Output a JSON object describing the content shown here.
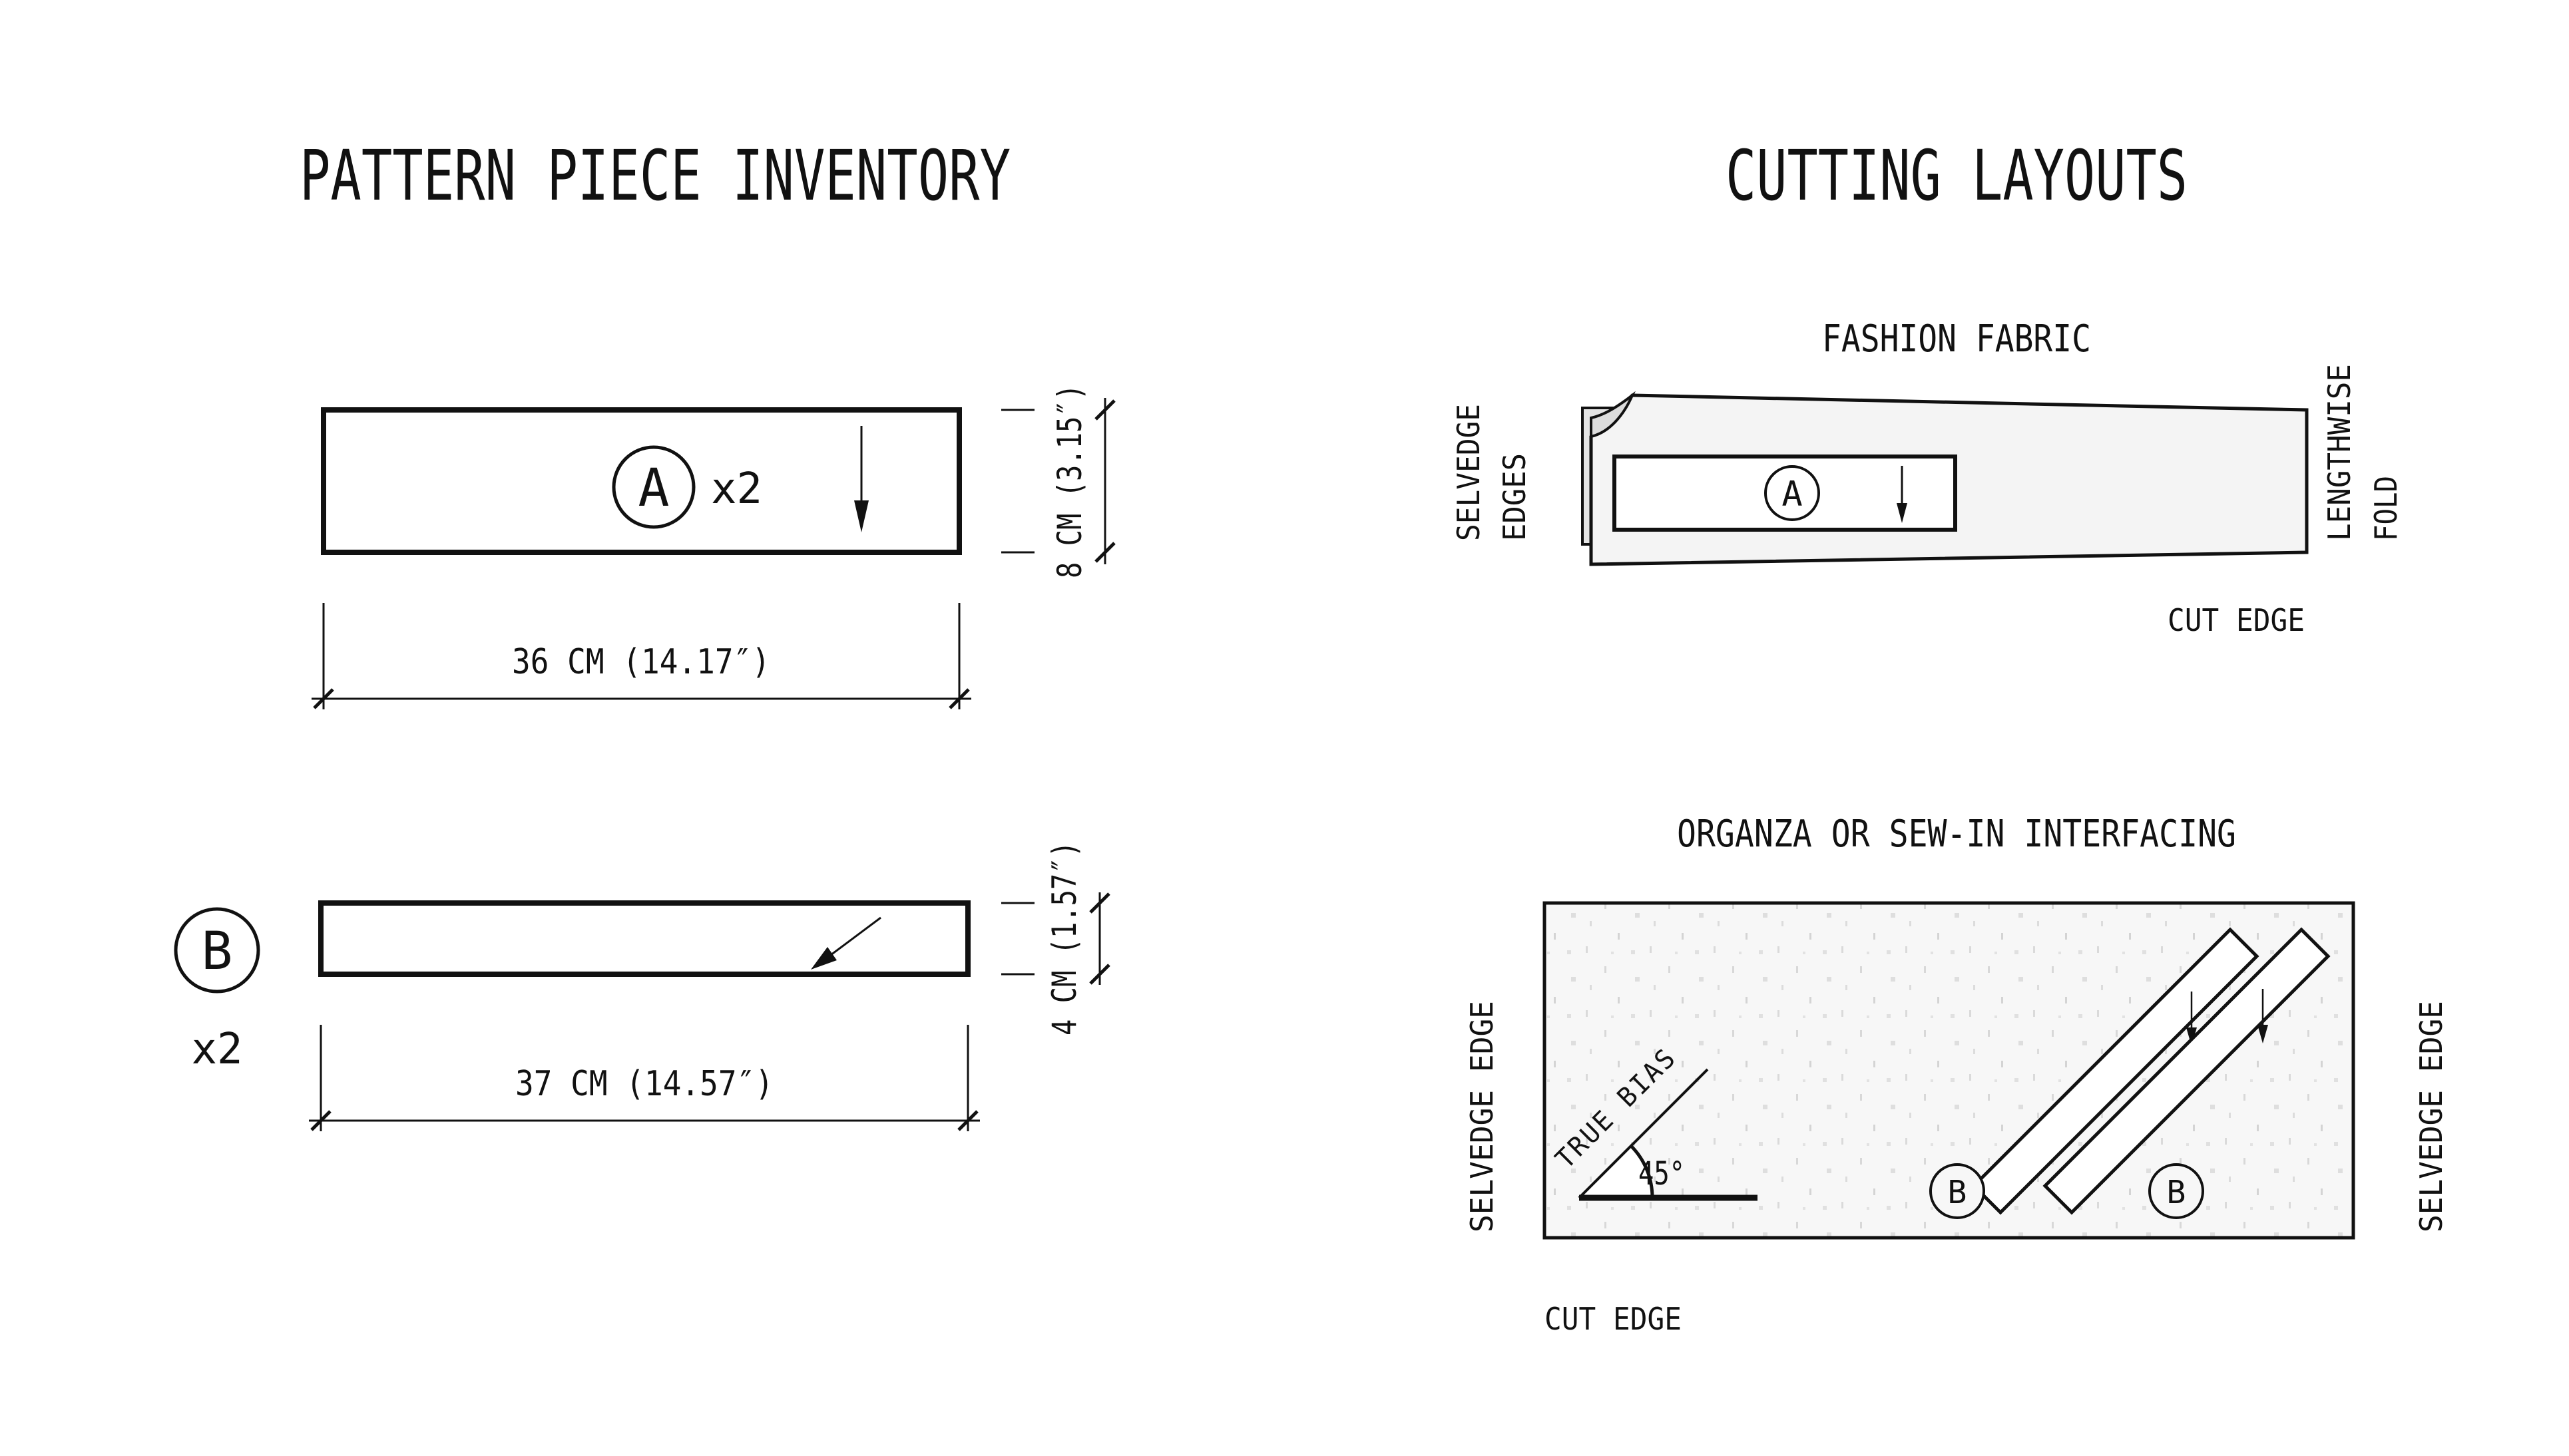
{
  "left": {
    "title": "PATTERN PIECE INVENTORY",
    "piece_a": {
      "label": "A",
      "quantity": "x2",
      "width_dim": "36 CM (14.17″)",
      "height_dim": "8 CM (3.15″)"
    },
    "piece_b": {
      "label": "B",
      "quantity": "x2",
      "width_dim": "37 CM (14.57″)",
      "height_dim": "4 CM (1.57″)"
    }
  },
  "right": {
    "title": "CUTTING LAYOUTS",
    "fashion": {
      "title": "FASHION FABRIC",
      "selvedge_line1": "SELVEDGE",
      "selvedge_line2": "EDGES",
      "fold_line1": "LENGTHWISE",
      "fold_line2": "FOLD",
      "cut_edge": "CUT EDGE",
      "piece_label": "A"
    },
    "interfacing": {
      "title": "ORGANZA OR SEW-IN INTERFACING",
      "selvedge_left": "SELVEDGE EDGE",
      "selvedge_right": "SELVEDGE EDGE",
      "cut_edge": "CUT EDGE",
      "true_bias": "TRUE BIAS",
      "angle": "45°",
      "piece1_label": "B",
      "piece2_label": "B"
    }
  },
  "colors": {
    "ink": "#111111",
    "fabric_fill": "#f4f4f4",
    "fabric_under_fill": "#e4e4e4",
    "fold_fill": "#dcdcdc",
    "interfacing_fill": "#f7f7f7",
    "speckle": "#d8d8d8",
    "background": "#ffffff"
  }
}
